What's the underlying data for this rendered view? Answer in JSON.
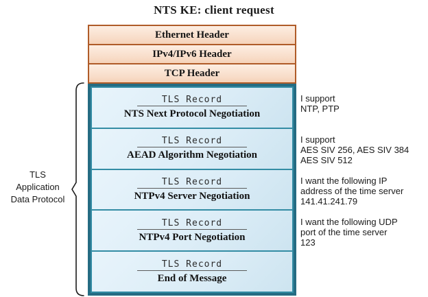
{
  "diagram": {
    "title": "NTS KE: client request",
    "left_label": "TLS\nApplication\nData Protocol",
    "headers": [
      {
        "label": "Ethernet Header"
      },
      {
        "label": "IPv4/IPv6 Header"
      },
      {
        "label": "TCP Header"
      }
    ],
    "records": [
      {
        "record_label": "TLS Record",
        "name": "NTS Next Protocol Negotiation"
      },
      {
        "record_label": "TLS Record",
        "name": "AEAD Algorithm Negotiation"
      },
      {
        "record_label": "TLS Record",
        "name": "NTPv4 Server Negotiation"
      },
      {
        "record_label": "TLS Record",
        "name": "NTPv4 Port Negotiation"
      },
      {
        "record_label": "TLS Record",
        "name": "End of Message"
      }
    ],
    "annotations": [
      {
        "text": "I support\nNTP, PTP"
      },
      {
        "text": "I support\nAES SIV 256, AES SIV 384\nAES SIV 512"
      },
      {
        "text": "I want the following IP\naddress of the time server\n141.41.241.79"
      },
      {
        "text": "I want the following UDP\nport of the time server\n123"
      }
    ],
    "colors": {
      "header_border": "#AF5B28",
      "header_fill": "#F8DCC8",
      "tls_outer_border": "#256C83",
      "record_border": "#338CA4",
      "record_fill": "#DCEDF7"
    }
  }
}
